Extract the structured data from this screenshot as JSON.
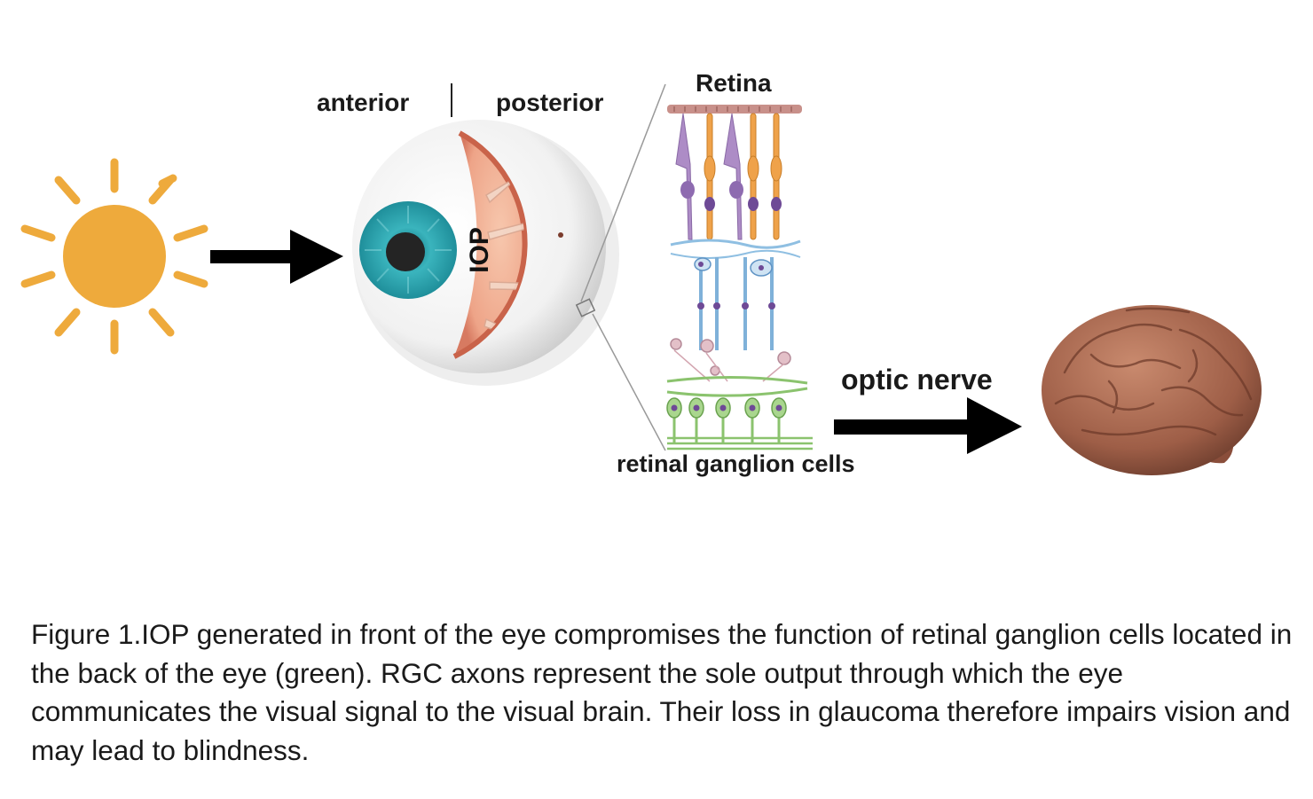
{
  "labels": {
    "anterior": "anterior",
    "posterior": "posterior",
    "iop": "IOP",
    "retina": "Retina",
    "optic_nerve": "optic nerve",
    "retinal_ganglion_cells": "retinal ganglion cells"
  },
  "caption": "Figure 1.IOP generated in front of the eye compromises the function of retinal ganglion cells located in the back of the eye (green). RGC axons represent the sole output through which the eye communicates the visual signal to the visual brain. Their loss in glaucoma therefore impairs vision and may lead to blindness.",
  "icons": [
    "sun-icon",
    "arrow-right-icon",
    "eyeball-illustration",
    "retina-layers-illustration",
    "brain-illustration"
  ],
  "colors": {
    "sun": "#eeaa3c",
    "iris": "#2aa3ad",
    "retina_wall": "#e5907a",
    "ganglion_cells": "#8bc36e",
    "bipolar_cells": "#7fb1d9",
    "rods": "#ad8cc6",
    "cones": "#efa24a",
    "brain": "#a96a52"
  }
}
